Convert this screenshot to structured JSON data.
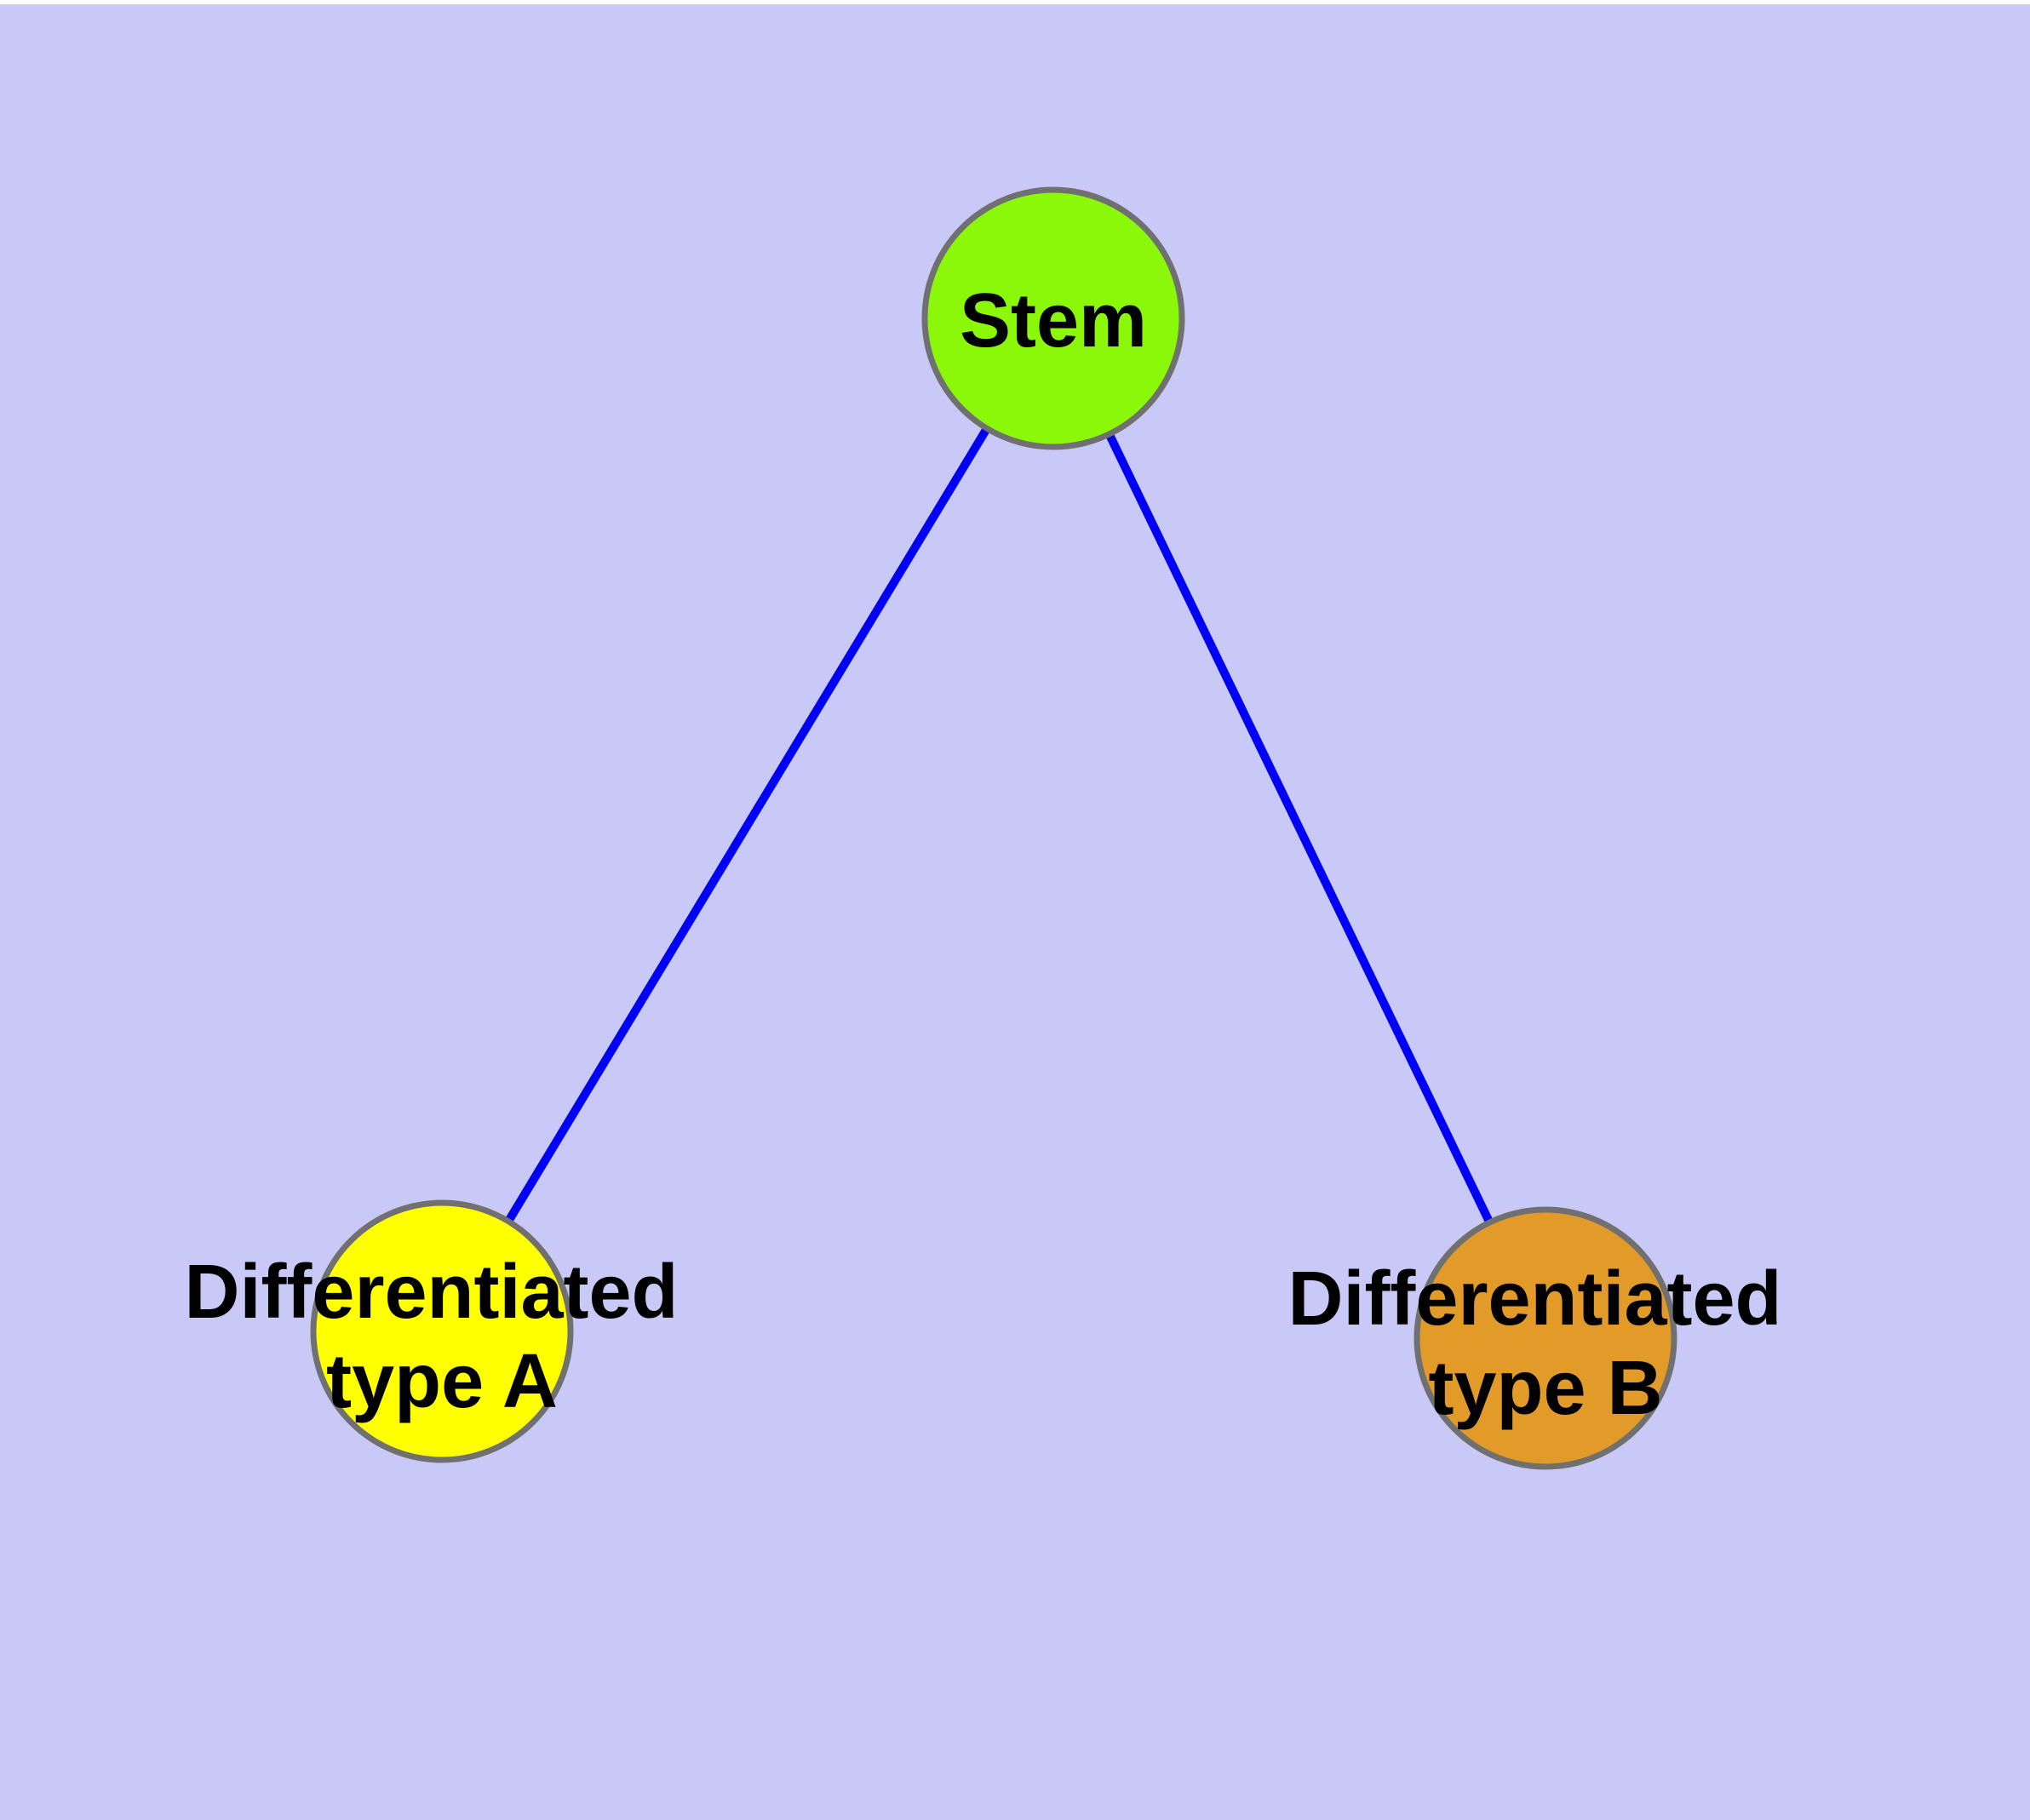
{
  "diagram": {
    "background_color": "#c9c9f8",
    "top_margin_color": "#ffffff",
    "edge_color": "#0000f8",
    "node_border_color": "#707070",
    "label_color": "#000000",
    "nodes": [
      {
        "id": "stem",
        "label": "Stem",
        "color": "#8bf80a"
      },
      {
        "id": "differentiated-type-a",
        "label_line1": "Differentiated",
        "label_line2": "type A",
        "color": "#ffff00"
      },
      {
        "id": "differentiated-type-b",
        "label_line1": "Differentiated",
        "label_line2": "type B",
        "color": "#e29a28"
      }
    ],
    "edges": [
      {
        "from": "Stem",
        "to": "Differentiated type A"
      },
      {
        "from": "Stem",
        "to": "Differentiated type B"
      }
    ]
  }
}
